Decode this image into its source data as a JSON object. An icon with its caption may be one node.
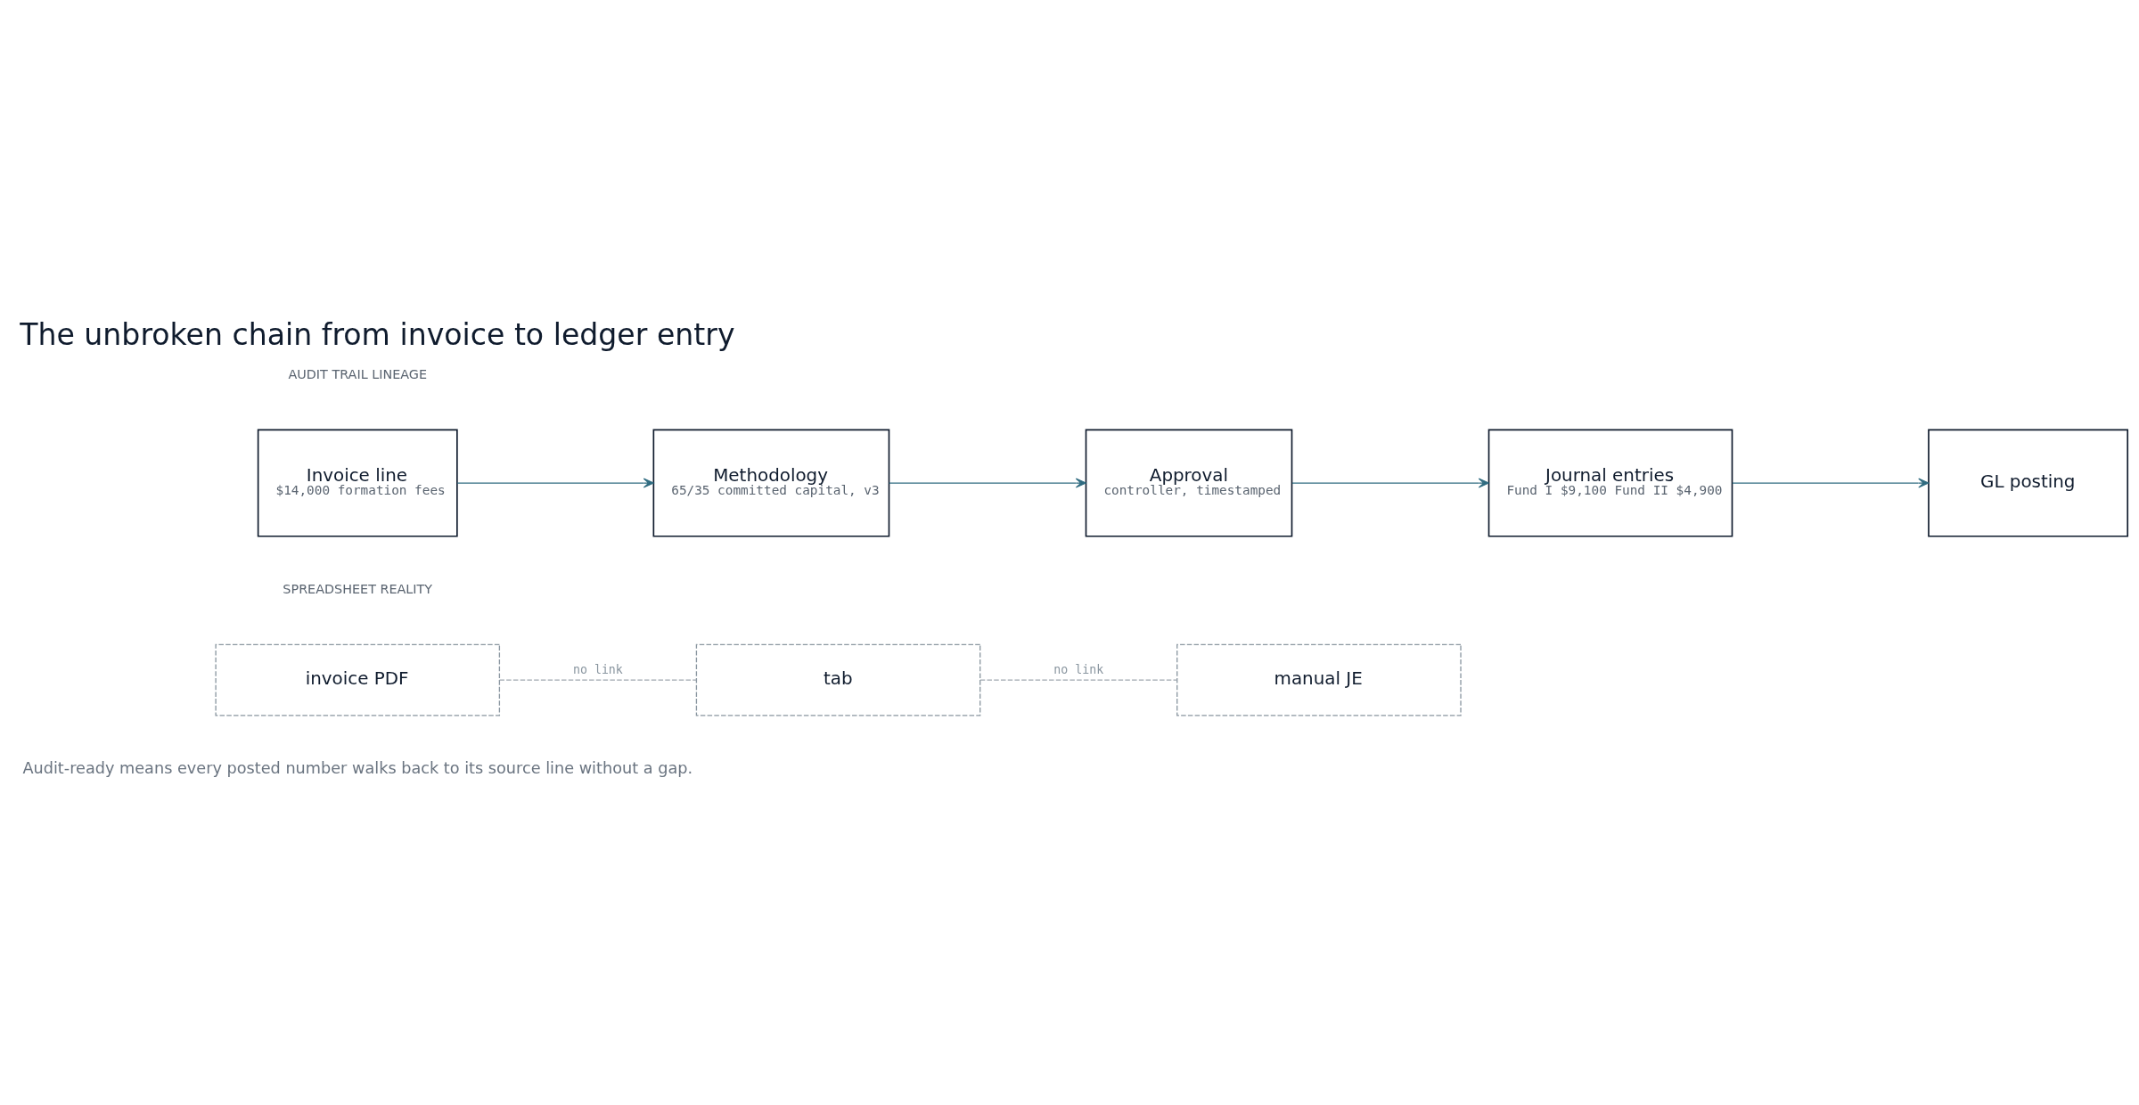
{
  "diagram": {
    "title": "The unbroken chain from invoice to ledger entry",
    "caption": "Audit-ready means every posted number walks back to its source line without a gap.",
    "nodes": [
      {
        "text": [
          "Invoice line",
          "$14,000 formation fees"
        ]
      },
      {
        "text": [
          "Methodology",
          "65/35 committed capital, v3"
        ]
      },
      {
        "text": [
          "Approval",
          "controller, timestamped"
        ]
      },
      {
        "text": [
          "Journal entries",
          "Fund I $9,100 Fund II $4,900"
        ]
      },
      {
        "text": [
          "GL posting"
        ]
      },
      {
        "text": [
          "invoice PDF"
        ]
      },
      {
        "text": [
          "tab"
        ]
      },
      {
        "text": [
          "manual JE"
        ]
      }
    ],
    "edges": [
      {
        "from": 0,
        "to": 1,
        "arrow": "to"
      },
      {
        "from": 1,
        "to": 2,
        "arrow": "to"
      },
      {
        "from": 2,
        "to": 3,
        "arrow": "to"
      },
      {
        "from": 3,
        "to": 4,
        "arrow": "to"
      },
      {
        "from": 5,
        "to": 6,
        "arrow": "none",
        "label": "no link",
        "style": "dashed",
        "color": "#a0a8b0"
      },
      {
        "from": 6,
        "to": 7,
        "arrow": "none",
        "label": "no link",
        "style": "dashed",
        "color": "#a0a8b0"
      }
    ],
    "labels": [
      "AUDIT TRAIL LINEAGE",
      "SPREADSHEET REALITY"
    ]
  }
}
